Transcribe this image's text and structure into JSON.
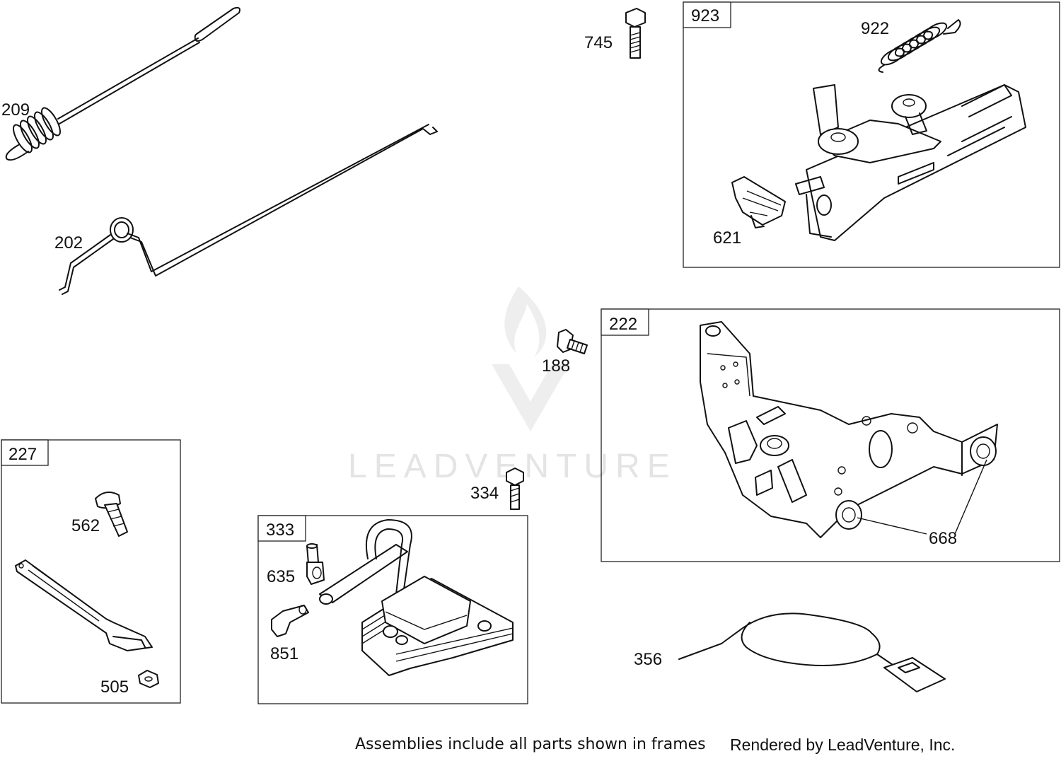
{
  "parts": {
    "p209": "209",
    "p202": "202",
    "p745": "745",
    "p923": "923",
    "p922": "922",
    "p621": "621",
    "p188": "188",
    "p222": "222",
    "p668": "668",
    "p227": "227",
    "p562": "562",
    "p505": "505",
    "p334": "334",
    "p333": "333",
    "p635": "635",
    "p851": "851",
    "p356": "356"
  },
  "watermark": "LEADVENTURE",
  "footer": {
    "note": "Assemblies include all parts shown in frames",
    "credit": "Rendered by LeadVenture, Inc."
  }
}
